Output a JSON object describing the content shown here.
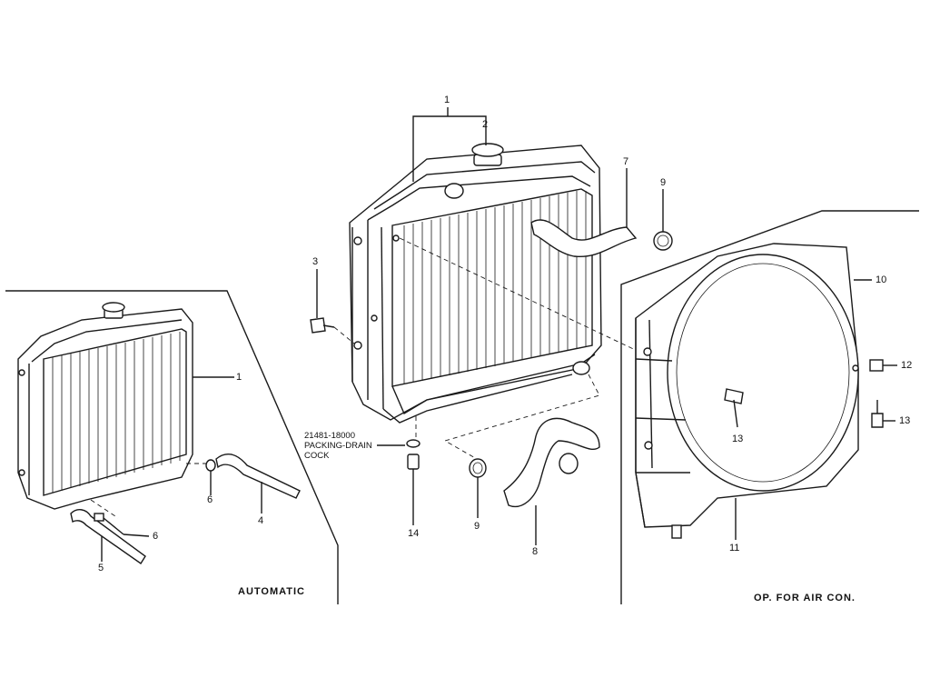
{
  "labels": {
    "main_radiator": "1",
    "cap": "2",
    "drain_bolt": "3",
    "upper_hose": "7",
    "upper_clamp": "9",
    "lower_clamp": "9",
    "lower_hose": "8",
    "drain_cock": "14",
    "shroud_upper": "10",
    "clip": "12",
    "bolt_right": "13",
    "bolt_center": "13",
    "shroud_lower": "11",
    "auto_radiator": "1",
    "auto_clamp": "6",
    "auto_clamp_lower": "6",
    "oil_hose_upper": "4",
    "oil_hose_lower": "5"
  },
  "part_note": {
    "number": "21481-18000",
    "line1": "PACKING-DRAIN",
    "line2": "COCK"
  },
  "captions": {
    "automatic": "AUTOMATIC",
    "air_con": "OP. FOR AIR CON."
  }
}
